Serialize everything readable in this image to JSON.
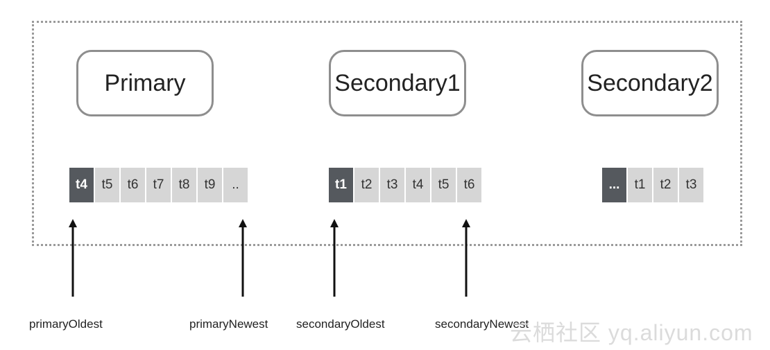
{
  "nodes": [
    {
      "id": "primary",
      "label": "Primary"
    },
    {
      "id": "secondary1",
      "label": "Secondary1"
    },
    {
      "id": "secondary2",
      "label": "Secondary2"
    }
  ],
  "oplogs": [
    {
      "node": "primary",
      "cells": [
        "t4",
        "t5",
        "t6",
        "t7",
        "t8",
        "t9",
        ".."
      ],
      "highlight_index": 0
    },
    {
      "node": "secondary1",
      "cells": [
        "t1",
        "t2",
        "t3",
        "t4",
        "t5",
        "t6"
      ],
      "highlight_index": 0
    },
    {
      "node": "secondary2",
      "cells": [
        "...",
        "t1",
        "t2",
        "t3"
      ],
      "highlight_index": 0
    }
  ],
  "pointers": [
    {
      "label": "primaryOldest"
    },
    {
      "label": "primaryNewest"
    },
    {
      "label": "secondaryOldest"
    },
    {
      "label": "secondaryNewest"
    }
  ],
  "watermark": "云栖社区 yq.aliyun.com",
  "colors": {
    "highlight_cell": "#55595e",
    "cell": "#d6d6d6",
    "border": "#8e8e8e",
    "frame": "#9a9a9a"
  }
}
